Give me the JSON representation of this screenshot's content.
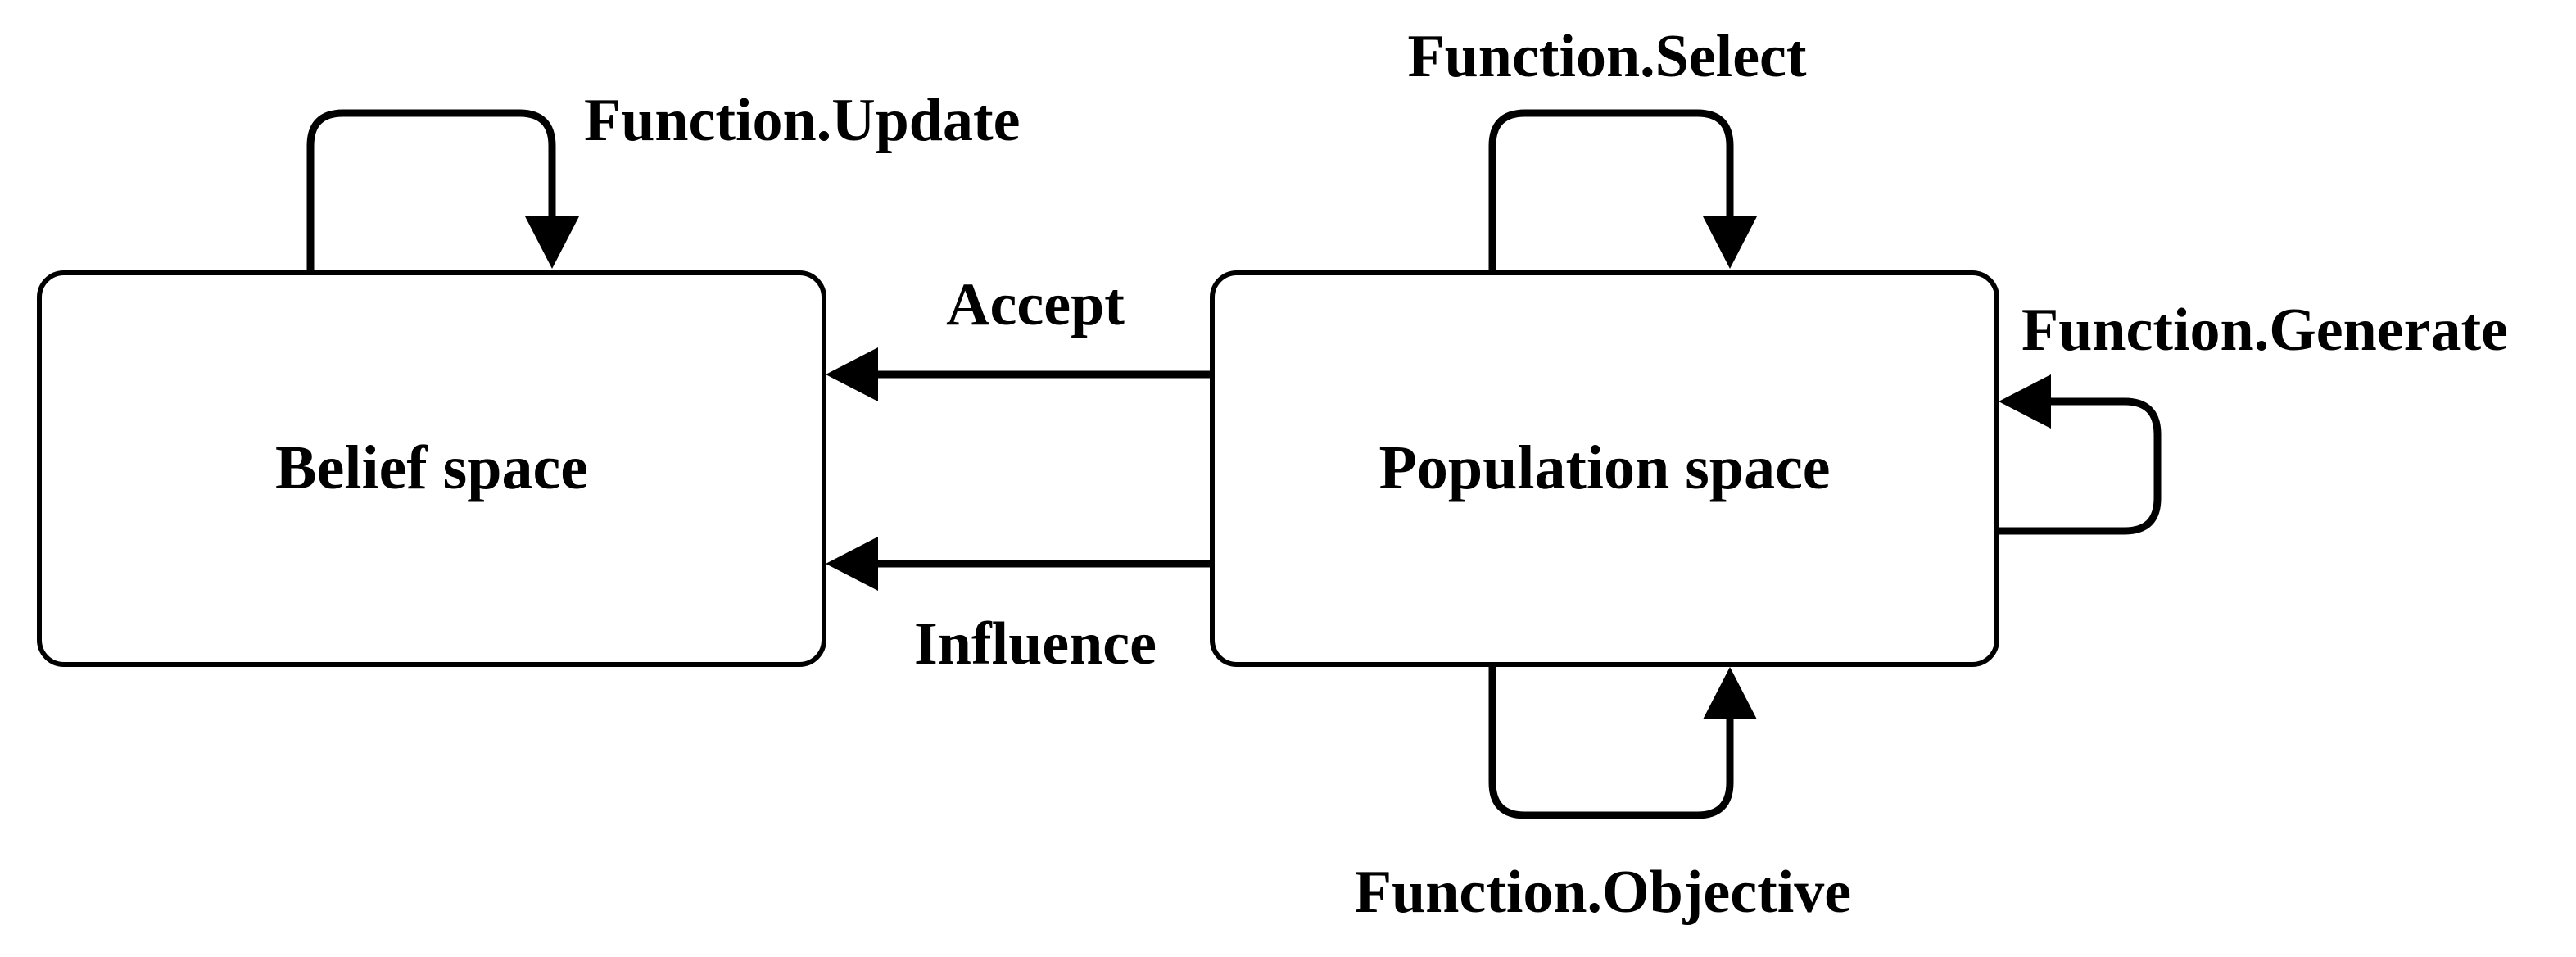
{
  "boxes": {
    "belief": {
      "label": "Belief space"
    },
    "population": {
      "label": "Population space"
    }
  },
  "edges": {
    "update": {
      "label": "Function.Update"
    },
    "select": {
      "label": "Function.Select"
    },
    "generate": {
      "label": "Function.Generate"
    },
    "objective": {
      "label": "Function.Objective"
    },
    "accept": {
      "label": "Accept"
    },
    "influence": {
      "label": "Influence"
    }
  },
  "colors": {
    "stroke": "#000000",
    "background": "#ffffff"
  }
}
